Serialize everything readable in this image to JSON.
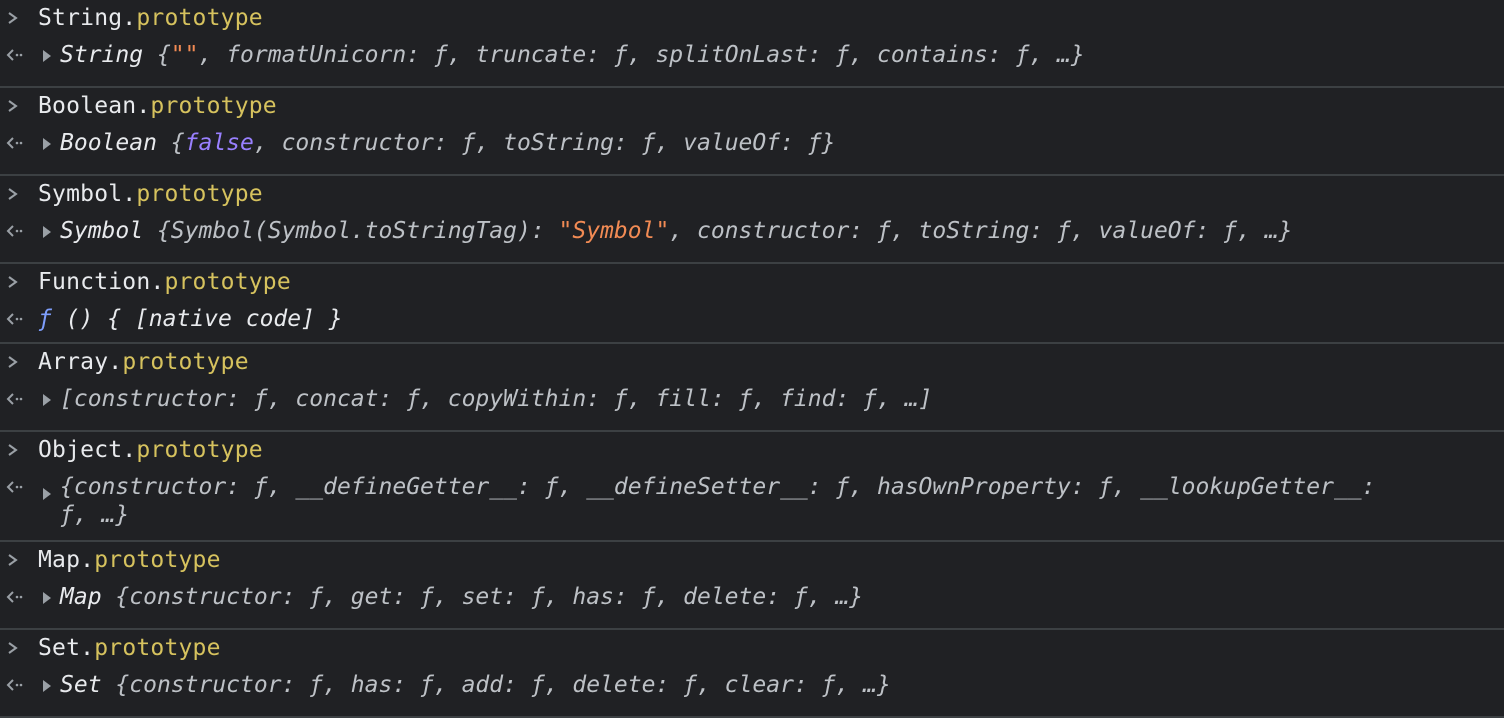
{
  "entries": [
    {
      "input": {
        "object": "String",
        "dot": ".",
        "property": "prototype"
      },
      "output": {
        "expandable": true,
        "type_label": "String",
        "open": " {",
        "primitive": "\"\"",
        "primitive_kind": "string",
        "rest": ", formatUnicorn: ƒ, truncate: ƒ, splitOnLast: ƒ, contains: ƒ, …}"
      }
    },
    {
      "input": {
        "object": "Boolean",
        "dot": ".",
        "property": "prototype"
      },
      "output": {
        "expandable": true,
        "type_label": "Boolean",
        "open": " {",
        "primitive": "false",
        "primitive_kind": "boolean",
        "rest": ", constructor: ƒ, toString: ƒ, valueOf: ƒ}"
      }
    },
    {
      "input": {
        "object": "Symbol",
        "dot": ".",
        "property": "prototype"
      },
      "output": {
        "expandable": true,
        "type_label": "Symbol",
        "open": " {Symbol(Symbol.toStringTag): ",
        "primitive": "\"Symbol\"",
        "primitive_kind": "string",
        "rest": ", constructor: ƒ, toString: ƒ, valueOf: ƒ, …}"
      }
    },
    {
      "input": {
        "object": "Function",
        "dot": ".",
        "property": "prototype"
      },
      "output": {
        "expandable": false,
        "fn_glyph": "ƒ",
        "native_text": " () { [native code] }"
      }
    },
    {
      "input": {
        "object": "Array",
        "dot": ".",
        "property": "prototype"
      },
      "output": {
        "expandable": true,
        "type_label": "",
        "open": "[",
        "primitive": "",
        "primitive_kind": "",
        "rest": "constructor: ƒ, concat: ƒ, copyWithin: ƒ, fill: ƒ, find: ƒ, …]"
      }
    },
    {
      "input": {
        "object": "Object",
        "dot": ".",
        "property": "prototype"
      },
      "output": {
        "expandable": true,
        "type_label": "",
        "open": "{",
        "primitive": "",
        "primitive_kind": "",
        "rest": "constructor: ƒ, __defineGetter__: ƒ, __defineSetter__: ƒ, hasOwnProperty: ƒ, __lookupGetter__:\nƒ, …}"
      }
    },
    {
      "input": {
        "object": "Map",
        "dot": ".",
        "property": "prototype"
      },
      "output": {
        "expandable": true,
        "type_label": "Map",
        "open": " {",
        "primitive": "",
        "primitive_kind": "",
        "rest": "constructor: ƒ, get: ƒ, set: ƒ, has: ƒ, delete: ƒ, …}"
      }
    },
    {
      "input": {
        "object": "Set",
        "dot": ".",
        "property": "prototype"
      },
      "output": {
        "expandable": true,
        "type_label": "Set",
        "open": " {",
        "primitive": "",
        "primitive_kind": "",
        "rest": "constructor: ƒ, has: ƒ, add: ƒ, delete: ƒ, clear: ƒ, …}"
      }
    }
  ],
  "icons": {
    "input_prompt": "chevron-right-icon",
    "output_prompt": "result-arrow-icon",
    "expand": "triangle-right-icon"
  },
  "colors": {
    "background": "#202124",
    "divider": "#3c4043",
    "property": "#d6c25e",
    "boolean": "#9980ff",
    "string": "#f28b54",
    "function": "#7e9efc"
  }
}
